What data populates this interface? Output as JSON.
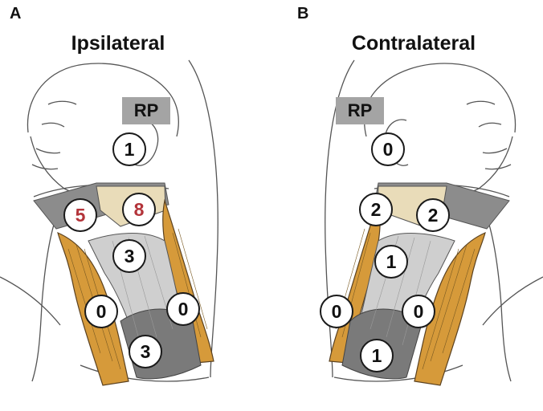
{
  "panels": [
    {
      "letter": "A",
      "title": "Ipsilateral",
      "rp_label": "RP",
      "nodes": [
        {
          "value": "1"
        },
        {
          "value": "5"
        },
        {
          "value": "8"
        },
        {
          "value": "3"
        },
        {
          "value": "0"
        },
        {
          "value": "0"
        },
        {
          "value": "3"
        }
      ]
    },
    {
      "letter": "B",
      "title": "Contralateral",
      "rp_label": "RP",
      "nodes": [
        {
          "value": "0"
        },
        {
          "value": "2"
        },
        {
          "value": "2"
        },
        {
          "value": "1"
        },
        {
          "value": "0"
        },
        {
          "value": "0"
        },
        {
          "value": "1"
        }
      ]
    }
  ],
  "colors": {
    "highlight_number": "#b3343a",
    "rp_box": "#a4a4a4",
    "muscle_orange": "#d69a3a",
    "muscle_dark": "#7a7a7a",
    "muscle_light": "#cfcfcf",
    "skin_line": "#555555"
  }
}
